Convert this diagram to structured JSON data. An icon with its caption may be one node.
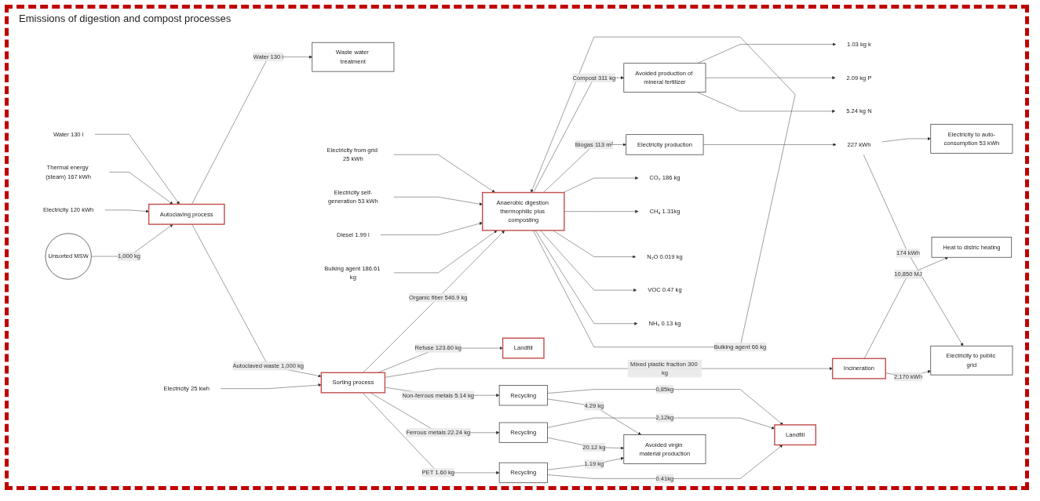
{
  "diagram": {
    "nodes": [
      {
        "text": [
          "Unsorted MSW"
        ]
      },
      {
        "text": [
          "Electricity 120 kWh"
        ]
      },
      {
        "text": [
          "Thermal energy (steam) 167 kWh"
        ]
      },
      {
        "text": [
          "Water 130 l"
        ]
      },
      {
        "text": [
          "Autoclaving process"
        ]
      },
      {
        "text": [
          "Waste water treatment"
        ]
      },
      {
        "text": [
          "Sorting process"
        ]
      },
      {
        "text": [
          "Electricity 25 kwh"
        ]
      },
      {
        "text": [
          "Recycling"
        ]
      },
      {
        "text": [
          "Recycling"
        ]
      },
      {
        "text": [
          "Recycling"
        ]
      },
      {
        "text": [
          "Incineration"
        ]
      },
      {
        "text": [
          "Landfill"
        ]
      },
      {
        "text": [
          "Avoided virgin material production"
        ]
      },
      {
        "text": [
          "Landfill"
        ]
      },
      {
        "text": [
          "Electricity to public grid"
        ]
      },
      {
        "text": [
          "Heat to distric heating"
        ]
      },
      {
        "text": [
          "Electricity to auto-consumption 53 kWh"
        ]
      },
      {
        "text": [
          "NH₃ 0.13 kg"
        ]
      },
      {
        "text": [
          "VOC 0.47 kg"
        ]
      },
      {
        "text": [
          "N₂O 0.019 kg"
        ]
      },
      {
        "text": [
          "CH₄ 1.31kg"
        ]
      },
      {
        "text": [
          "CO₂ 186 kg"
        ]
      },
      {
        "text": [
          "Electricity from grid 25 kWh"
        ]
      },
      {
        "text": [
          "Electricity self-generation 53 kWh"
        ]
      },
      {
        "text": [
          "Diesel 1.99 l"
        ]
      },
      {
        "text": [
          "Bulking agent 186.61 kg"
        ]
      },
      {
        "text": [
          "Anaerobic digestion thermophilic plus composting"
        ]
      },
      {
        "text": [
          "Electricity production"
        ]
      },
      {
        "text": [
          "227 kWh"
        ]
      },
      {
        "text": [
          "Avoided production of mineral fertilizer"
        ]
      },
      {
        "text": [
          "5.24 kg N"
        ]
      },
      {
        "text": [
          "2.09 kg P"
        ]
      },
      {
        "text": [
          "1.03 kg k"
        ]
      }
    ],
    "edges": [
      {
        "from": 0,
        "to": 4,
        "arrow": "to",
        "label": "1,000 kg"
      },
      {
        "from": 1,
        "to": 4,
        "arrow": "to"
      },
      {
        "from": 2,
        "to": 4,
        "arrow": "to"
      },
      {
        "from": 3,
        "to": 4,
        "arrow": "to"
      },
      {
        "from": 4,
        "to": 6,
        "arrow": "to",
        "label": "Autoclaved waste 1,000 kg"
      },
      {
        "from": 4,
        "to": 5,
        "arrow": "to",
        "label": "Water 130 l"
      },
      {
        "from": 7,
        "to": 6,
        "arrow": "to"
      },
      {
        "from": 6,
        "to": 8,
        "arrow": "to",
        "label": "PET 1.60 kg"
      },
      {
        "from": 6,
        "to": 9,
        "arrow": "to",
        "label": "Ferrous metals 22.24 kg"
      },
      {
        "from": 6,
        "to": 10,
        "arrow": "to",
        "label": "Non-ferrous metals 5.14 kg"
      },
      {
        "from": 6,
        "to": 11,
        "arrow": "to",
        "label": "Mixed plastic fraction 300 kg"
      },
      {
        "from": 6,
        "to": 12,
        "arrow": "to",
        "label": "Refuse 123.60 kg"
      },
      {
        "from": 8,
        "to": 14,
        "arrow": "to",
        "label": "0.41kg"
      },
      {
        "from": 8,
        "to": 13,
        "arrow": "to",
        "label": "1.19 kg"
      },
      {
        "from": 9,
        "to": 13,
        "arrow": "to",
        "label": "20.12 kg"
      },
      {
        "from": 9,
        "to": 14,
        "arrow": "to",
        "label": "2,12kg"
      },
      {
        "from": 10,
        "to": 13,
        "arrow": "to",
        "label": "4.29 kg"
      },
      {
        "from": 10,
        "to": 14,
        "arrow": "to",
        "label": "0,85kg"
      },
      {
        "from": 11,
        "to": 15,
        "arrow": "to",
        "label": "2,170 kWh"
      },
      {
        "from": 11,
        "to": 16,
        "arrow": "to",
        "label": "10,850 MJ"
      },
      {
        "from": 6,
        "to": 27,
        "arrow": "to",
        "label": "Organic fiber 546.9 kg"
      },
      {
        "from": 23,
        "to": 27,
        "arrow": "to"
      },
      {
        "from": 24,
        "to": 27,
        "arrow": "to"
      },
      {
        "from": 25,
        "to": 27,
        "arrow": "to"
      },
      {
        "from": 26,
        "to": 27,
        "arrow": "to"
      },
      {
        "from": 27,
        "to": 27,
        "arrow": "to",
        "label": "Bulking agent 66 kg"
      },
      {
        "from": 27,
        "to": 18,
        "arrow": "to"
      },
      {
        "from": 27,
        "to": 19,
        "arrow": "to"
      },
      {
        "from": 27,
        "to": 20,
        "arrow": "to"
      },
      {
        "from": 27,
        "to": 21,
        "arrow": "to"
      },
      {
        "from": 27,
        "to": 22,
        "arrow": "to"
      },
      {
        "from": 27,
        "to": 28,
        "arrow": "to",
        "label": "Biogas 113 m²"
      },
      {
        "from": 27,
        "to": 30,
        "arrow": "to",
        "label": "Compost 311 kg"
      },
      {
        "from": 28,
        "to": 29,
        "arrow": "to"
      },
      {
        "from": 29,
        "to": 15,
        "arrow": "to",
        "label": "174 kWh"
      },
      {
        "from": 29,
        "to": 17,
        "arrow": "to"
      },
      {
        "from": 30,
        "to": 31,
        "arrow": "to"
      },
      {
        "from": 30,
        "to": 32,
        "arrow": "to"
      },
      {
        "from": 30,
        "to": 33,
        "arrow": "to"
      }
    ],
    "labels": [
      "Emissions of digestion and compost processes"
    ]
  }
}
